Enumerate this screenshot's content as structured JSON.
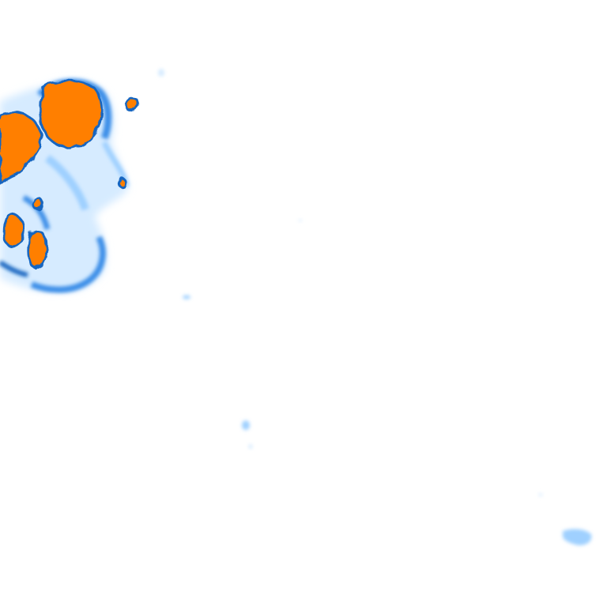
{
  "map": {
    "kind": "radar-precipitation-tile",
    "background_color": "#ffffff",
    "intensity_colors": {
      "very_light": "#d6ebff",
      "light": "#9fd0ff",
      "moderate": "#3d8fe8",
      "heavy": "#1565c0",
      "very_heavy_fill": "#ff7f00",
      "very_heavy_edge": "#e06400"
    },
    "echoes": [
      {
        "name": "main-storm-cell-northwest",
        "intensity": "very_heavy"
      },
      {
        "name": "main-storm-cell-west",
        "intensity": "very_heavy"
      },
      {
        "name": "storm-core-south-west",
        "intensity": "very_heavy"
      },
      {
        "name": "storm-core-south",
        "intensity": "very_heavy"
      },
      {
        "name": "small-cell-northeast",
        "intensity": "very_heavy"
      },
      {
        "name": "isolated-echo-east",
        "intensity": "very_light"
      },
      {
        "name": "isolated-echo-center",
        "intensity": "light"
      },
      {
        "name": "isolated-echo-southeast",
        "intensity": "light"
      }
    ]
  }
}
